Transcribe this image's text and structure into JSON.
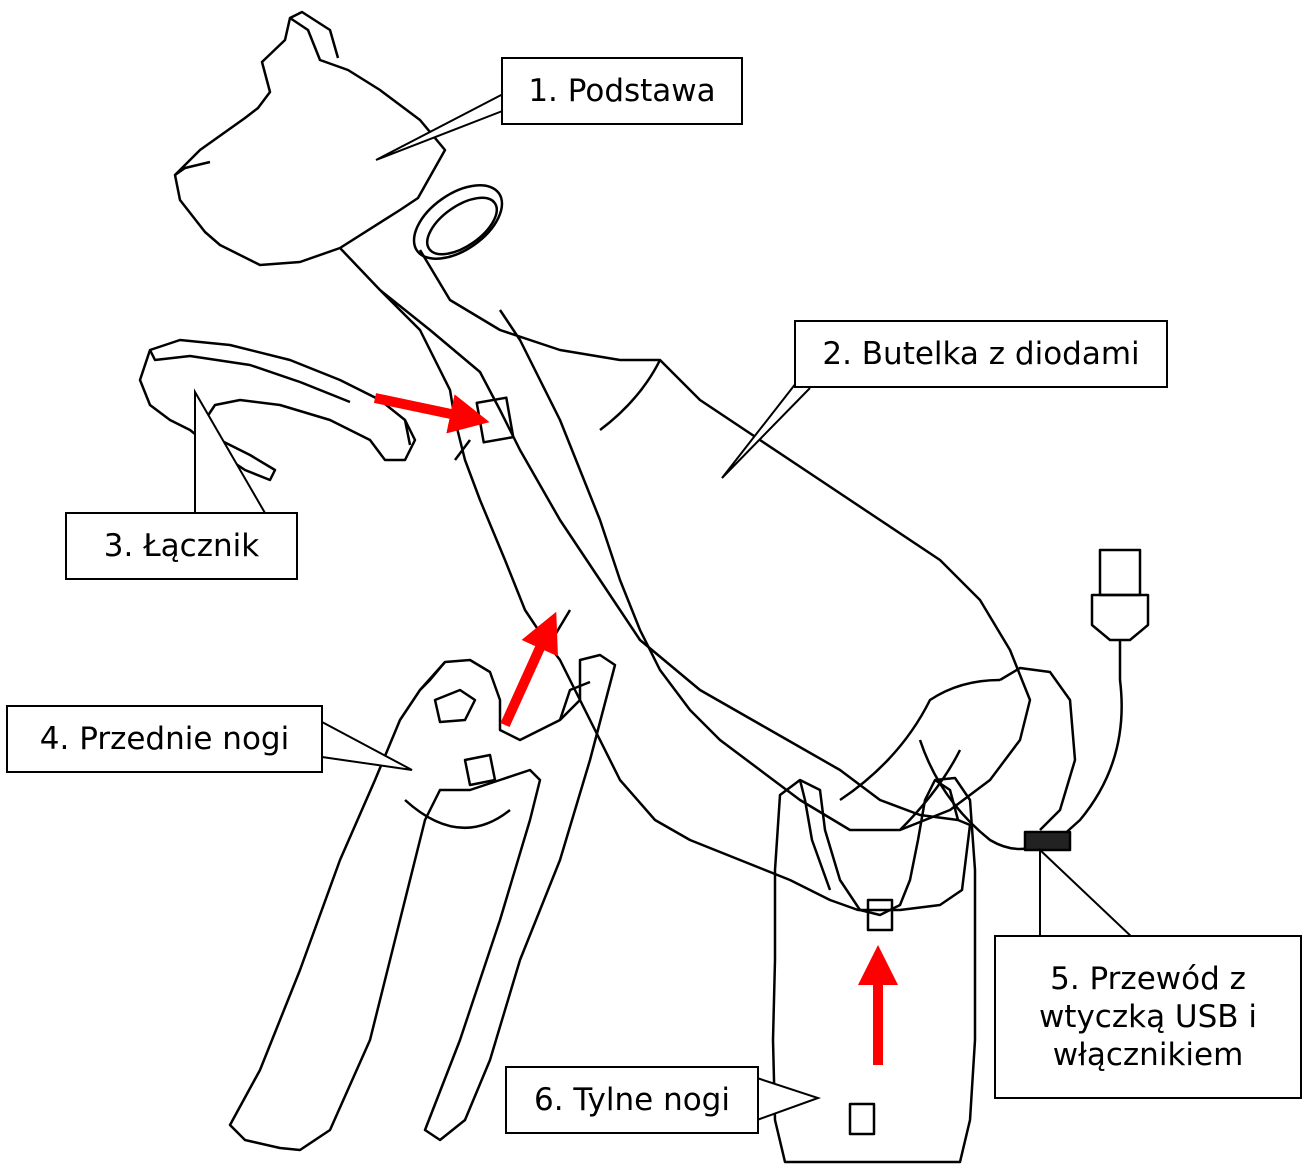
{
  "labels": {
    "podstawa": "1. Podstawa",
    "butelka": "2. Butelka z diodami",
    "lacznik": "3. Łącznik",
    "przednie_nogi": "4. Przednie nogi",
    "przewod": [
      "5. Przewód z",
      "wtyczką USB i",
      "włącznikiem"
    ],
    "tylne_nogi": "6. Tylne nogi"
  },
  "colors": {
    "outline": "#000000",
    "arrow": "#ff0000",
    "background": "#ffffff"
  }
}
